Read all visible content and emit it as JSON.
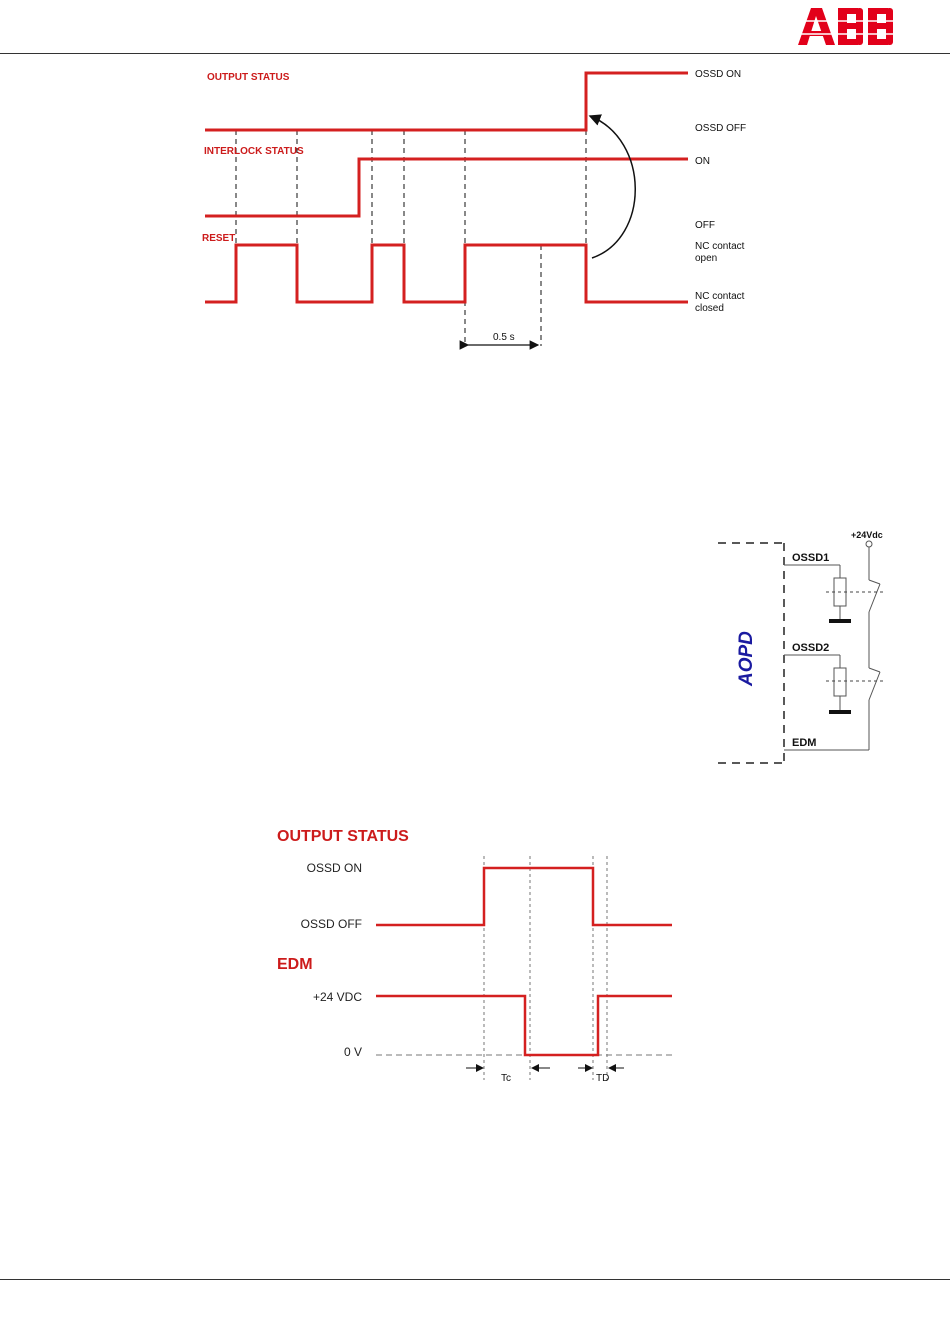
{
  "header": {
    "logo_text": "ABB",
    "brand_color": "#e2001a"
  },
  "colors": {
    "signal": "#d42020",
    "text": "#111111",
    "aopd": "#1a1aa0"
  },
  "reset_timing": {
    "output_status": "OUTPUT STATUS",
    "interlock_status": "INTERLOCK STATUS",
    "reset": "RESET",
    "ossd_on": "OSSD ON",
    "ossd_off": "OSSD OFF",
    "on": "ON",
    "off": "OFF",
    "nc_open_1": "NC contact",
    "nc_open_2": "open",
    "nc_closed_1": "NC contact",
    "nc_closed_2": "closed",
    "duration": "0.5 s"
  },
  "edm_wiring": {
    "supply": "+24Vdc",
    "ossd1": "OSSD1",
    "ossd2": "OSSD2",
    "edm": "EDM",
    "device": "AOPD"
  },
  "edm_timing": {
    "output_status": "OUTPUT STATUS",
    "ossd_on": "OSSD ON",
    "ossd_off": "OSSD OFF",
    "edm": "EDM",
    "v24": "+24 VDC",
    "v0": "0 V",
    "tc": "Tc",
    "td": "TD"
  }
}
